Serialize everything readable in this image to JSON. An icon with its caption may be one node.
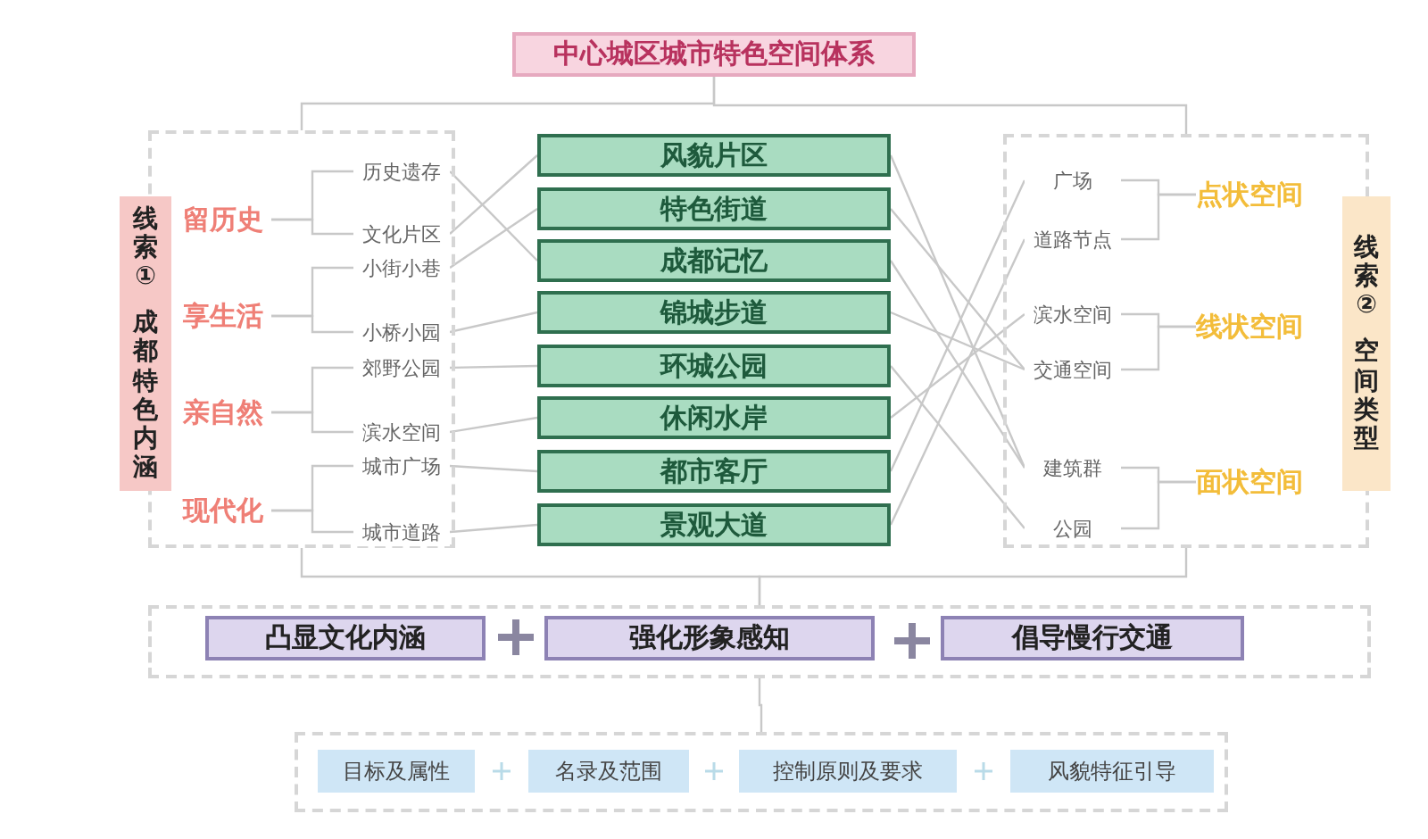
{
  "diagram": {
    "nodes": [
      {
        "text": [
          "中心城区城市特色空间体系"
        ]
      },
      {
        "text": [],
        "shape": "box"
      },
      {
        "text": [
          "线索①",
          "成都特色内涵"
        ]
      },
      {
        "text": [
          "留历史"
        ],
        "in": 1
      },
      {
        "text": [
          "享生活"
        ],
        "in": 1
      },
      {
        "text": [
          "亲自然"
        ],
        "in": 1
      },
      {
        "text": [
          "现代化"
        ],
        "in": 1
      },
      {
        "text": [
          "历史遗存"
        ],
        "in": 1
      },
      {
        "text": [
          "文化片区"
        ],
        "in": 1
      },
      {
        "text": [
          "小街小巷"
        ],
        "in": 1
      },
      {
        "text": [
          "小桥小园"
        ],
        "in": 1
      },
      {
        "text": [
          "郊野公园"
        ],
        "in": 1
      },
      {
        "text": [
          "滨水空间"
        ],
        "in": 1
      },
      {
        "text": [
          "城市广场"
        ],
        "in": 1
      },
      {
        "text": [
          "城市道路"
        ],
        "in": 1
      },
      {
        "text": [
          "风貌片区"
        ]
      },
      {
        "text": [
          "特色街道"
        ]
      },
      {
        "text": [
          "成都记忆"
        ]
      },
      {
        "text": [
          "锦城步道"
        ]
      },
      {
        "text": [
          "环城公园"
        ]
      },
      {
        "text": [
          "休闲水岸"
        ]
      },
      {
        "text": [
          "都市客厅"
        ]
      },
      {
        "text": [
          "景观大道"
        ]
      },
      {
        "text": [],
        "shape": "box"
      },
      {
        "text": [
          "广场"
        ],
        "in": 23
      },
      {
        "text": [
          "道路节点"
        ],
        "in": 23
      },
      {
        "text": [
          "滨水空间"
        ],
        "in": 23
      },
      {
        "text": [
          "交通空间"
        ],
        "in": 23
      },
      {
        "text": [
          "建筑群"
        ],
        "in": 23
      },
      {
        "text": [
          "公园"
        ],
        "in": 23
      },
      {
        "text": [
          "点状空间"
        ],
        "in": 23
      },
      {
        "text": [
          "线状空间"
        ],
        "in": 23
      },
      {
        "text": [
          "面状空间"
        ],
        "in": 23
      },
      {
        "text": [
          "线索②",
          "空间类型"
        ]
      },
      {
        "text": [],
        "shape": "box"
      },
      {
        "text": [
          "凸显文化内涵"
        ],
        "in": 34
      },
      {
        "text": [
          "强化形象感知"
        ],
        "in": 34
      },
      {
        "text": [
          "倡导慢行交通"
        ],
        "in": 34
      },
      {
        "text": [],
        "shape": "box"
      },
      {
        "text": [
          "目标及属性"
        ],
        "in": 38
      },
      {
        "text": [
          "名录及范围"
        ],
        "in": 38
      },
      {
        "text": [
          "控制原则及要求"
        ],
        "in": 38
      },
      {
        "text": [
          "风貌特征引导"
        ],
        "in": 38
      }
    ],
    "edges": [
      {
        "from": 0,
        "to": 1,
        "arrow": "none"
      },
      {
        "from": 0,
        "to": 23,
        "arrow": "none"
      },
      {
        "from": 1,
        "to": 34,
        "arrow": "none"
      },
      {
        "from": 23,
        "to": 34,
        "arrow": "none"
      },
      {
        "from": 34,
        "to": 38,
        "arrow": "none"
      },
      {
        "from": 3,
        "to": 7,
        "arrow": "none"
      },
      {
        "from": 3,
        "to": 8,
        "arrow": "none"
      },
      {
        "from": 4,
        "to": 9,
        "arrow": "none"
      },
      {
        "from": 4,
        "to": 10,
        "arrow": "none"
      },
      {
        "from": 5,
        "to": 11,
        "arrow": "none"
      },
      {
        "from": 5,
        "to": 12,
        "arrow": "none"
      },
      {
        "from": 6,
        "to": 13,
        "arrow": "none"
      },
      {
        "from": 6,
        "to": 14,
        "arrow": "none"
      },
      {
        "from": 7,
        "to": 17,
        "arrow": "none"
      },
      {
        "from": 8,
        "to": 15,
        "arrow": "none"
      },
      {
        "from": 9,
        "to": 16,
        "arrow": "none"
      },
      {
        "from": 10,
        "to": 18,
        "arrow": "none"
      },
      {
        "from": 11,
        "to": 19,
        "arrow": "none"
      },
      {
        "from": 12,
        "to": 20,
        "arrow": "none"
      },
      {
        "from": 13,
        "to": 21,
        "arrow": "none"
      },
      {
        "from": 14,
        "to": 22,
        "arrow": "none"
      },
      {
        "from": 15,
        "to": 28,
        "arrow": "none"
      },
      {
        "from": 16,
        "to": 27,
        "arrow": "none"
      },
      {
        "from": 17,
        "to": 28,
        "arrow": "none"
      },
      {
        "from": 18,
        "to": 27,
        "arrow": "none"
      },
      {
        "from": 19,
        "to": 29,
        "arrow": "none"
      },
      {
        "from": 20,
        "to": 26,
        "arrow": "none"
      },
      {
        "from": 21,
        "to": 24,
        "arrow": "none"
      },
      {
        "from": 22,
        "to": 25,
        "arrow": "none"
      },
      {
        "from": 30,
        "to": 24,
        "arrow": "none"
      },
      {
        "from": 30,
        "to": 25,
        "arrow": "none"
      },
      {
        "from": 31,
        "to": 26,
        "arrow": "none"
      },
      {
        "from": 31,
        "to": 27,
        "arrow": "none"
      },
      {
        "from": 32,
        "to": 28,
        "arrow": "none"
      },
      {
        "from": 32,
        "to": 29,
        "arrow": "none"
      }
    ]
  }
}
